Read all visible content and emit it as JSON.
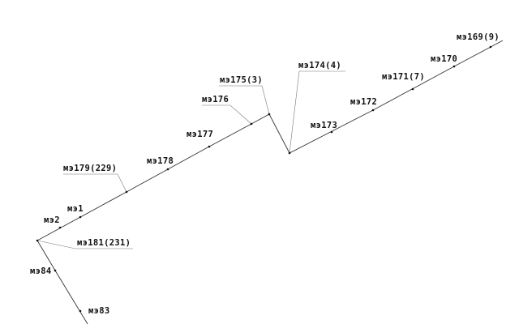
{
  "colors": {
    "background": "#ffffff",
    "line": "#333333",
    "leader": "#777777",
    "node": "#111111",
    "text": "#111111"
  },
  "labels": {
    "l169": "мэ169(9)",
    "l170": "мэ170",
    "l171": "мэ171(7)",
    "l172": "мэ172",
    "l173": "мэ173",
    "l174": "мэ174(4)",
    "l175": "мэ175(3)",
    "l176": "мэ176",
    "l177": "мэ177",
    "l178": "мэ178",
    "l179": "мэ179(229)",
    "l1": "мэ1",
    "l2": "мэ2",
    "l181": "мэ181(231)",
    "l84": "мэ84",
    "l83": "мэ83"
  }
}
